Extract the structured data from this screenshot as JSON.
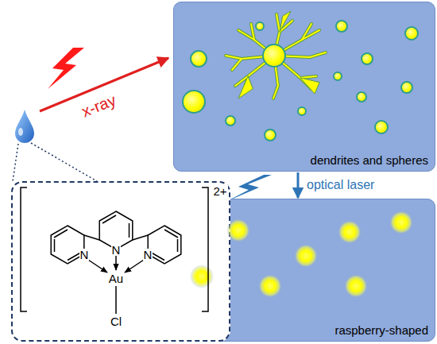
{
  "diagram": {
    "nodes": [
      {
        "text": [
          "dendrites and spheres"
        ]
      },
      {
        "text": [
          "raspberry-shaped"
        ]
      },
      {
        "text": [
          "2+",
          "N",
          "N",
          "N",
          "Au",
          "Cl"
        ]
      }
    ],
    "edges": [
      {
        "from": 0,
        "to": 1,
        "arrow": "to",
        "label": "optical laser"
      }
    ],
    "labels": [
      "x-ray"
    ]
  }
}
